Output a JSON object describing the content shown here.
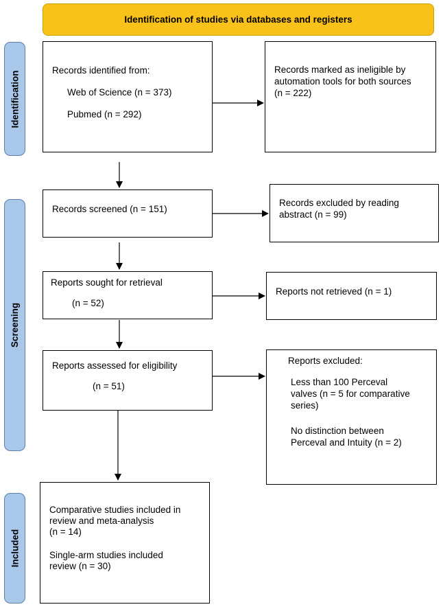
{
  "header": {
    "title": "Identification of studies via databases and registers"
  },
  "sidebar": {
    "identification": "Identification",
    "screening": "Screening",
    "included": "Included"
  },
  "identification": {
    "records_title": "Records identified from:",
    "web_of_science": "Web of Science (n = 373)",
    "pubmed": "Pubmed (n = 292)",
    "ineligible_line1": "Records marked as ineligible by",
    "ineligible_line2": "automation tools for both sources",
    "ineligible_count": "(n = 222)"
  },
  "screening": {
    "screened": "Records screened (n = 151)",
    "excluded_line1": "Records excluded by reading",
    "excluded_line2": "abstract (n = 99)",
    "sought_title": "Reports sought for retrieval",
    "sought_count": "(n = 52)",
    "not_retrieved": "Reports not retrieved (n = 1)",
    "assessed_title": "Reports assessed for eligibility",
    "assessed_count": "(n = 51)",
    "reports_excluded_title": "Reports excluded:",
    "reason1_line1": "Less than 100 Perceval",
    "reason1_line2": "valves (n = 5 for comparative",
    "reason1_line3": "series)",
    "reason2_line1": "No distinction between",
    "reason2_line2": "Perceval and Intuity (n = 2)"
  },
  "included": {
    "comparative_line1": "Comparative studies included in",
    "comparative_line2": "review and meta-analysis",
    "comparative_line3": "(n = 14)",
    "single_arm_line1": "Single-arm studies included",
    "single_arm_line2": "review (n = 30)"
  },
  "colors": {
    "header_fill": "#f9c21a",
    "header_border": "#c8a000",
    "sidebar_fill": "#a9c7e8",
    "sidebar_border": "#5b7fa8"
  }
}
